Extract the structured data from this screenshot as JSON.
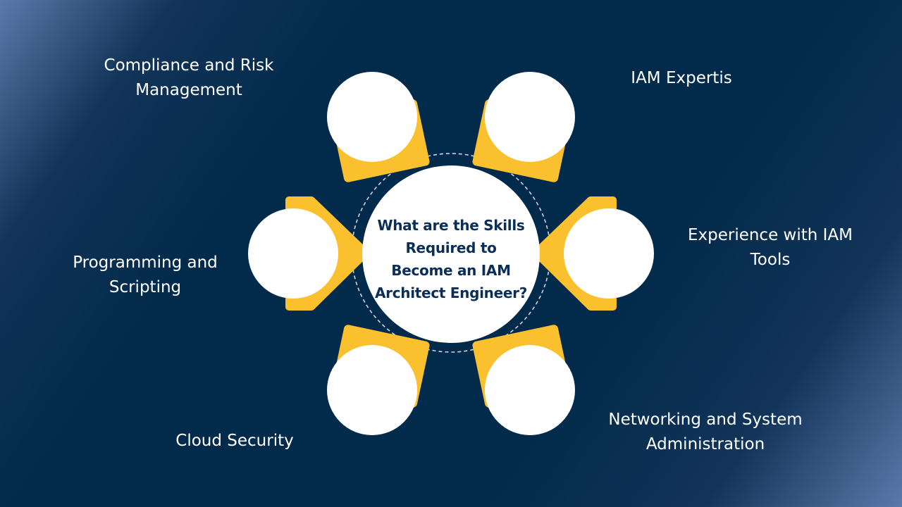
{
  "center": {
    "title": "What are the Skills Required to Become an IAM Architect Engineer?"
  },
  "skills": [
    {
      "label": "Compliance and Risk Management"
    },
    {
      "label": "IAM Expertis"
    },
    {
      "label": "Programming and Scripting"
    },
    {
      "label": "Experience with IAM Tools"
    },
    {
      "label": "Cloud Security"
    },
    {
      "label": "Networking and System Administration"
    }
  ],
  "colors": {
    "background": "#022a4a",
    "accent": "#fbc02d",
    "node": "#ffffff",
    "title_text": "#0a2e56",
    "label_text": "#ffffff"
  }
}
